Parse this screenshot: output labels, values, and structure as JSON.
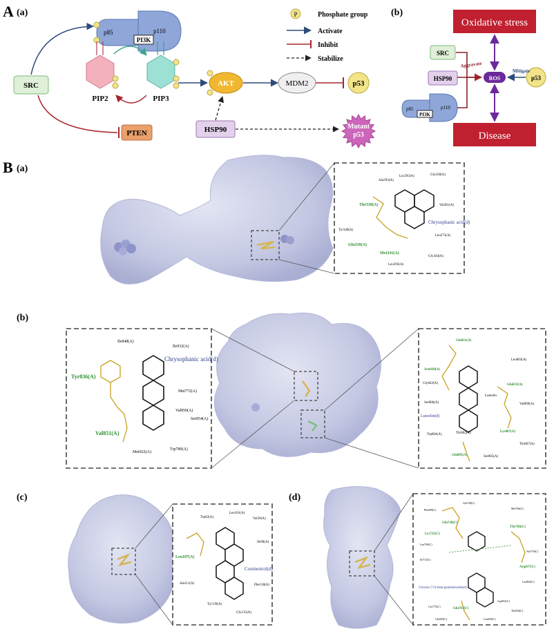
{
  "panelA": {
    "letter": "A",
    "subA": "(a)",
    "subB": "(b)",
    "legend": {
      "phosphate_symbol": "P",
      "phosphate_label": "Phosphate group",
      "activate_label": "Activate",
      "inhibit_label": "Inhibit",
      "stabilize_label": "Stabilize"
    },
    "nodes": {
      "src": "SRC",
      "pi3k_p85": "p85",
      "pi3k_p110": "p110",
      "pi3k_label": "PI3K",
      "pip2": "PIP2",
      "pip3": "PIP3",
      "pten": "PTEN",
      "akt": "AKT",
      "mdm2": "MDM2",
      "p53": "p53",
      "hsp90": "HSP90",
      "mutant_p53_line1": "Mutant",
      "mutant_p53_line2": "p53",
      "p_small": "P"
    },
    "panel_b": {
      "oxidative_stress": "Oxidative stress",
      "disease": "Disease",
      "ros": "ROS",
      "src": "SRC",
      "hsp90": "HSP90",
      "p53": "p53",
      "aggravate": "Aggravate",
      "mitigate": "Mitigate",
      "p85": "p85",
      "p110": "p110",
      "pi3k": "PI3K"
    },
    "colors": {
      "activate": "#2d4a7a",
      "inhibit": "#a8262f",
      "red_box": "#c0202f",
      "ros": "#6b2a9b",
      "pi3k": "#8ea6d8",
      "src_fill": "#dff0d8",
      "hsp90_fill": "#e3d1ec",
      "akt_fill": "#f0b830",
      "pten_fill": "#e9a06a",
      "p53_fill": "#f3e48a",
      "mutant_fill": "#cc66bb",
      "pip2_fill": "#f2b1bd",
      "pip3_fill": "#9de0d4",
      "protein_surface": "#c6cae4"
    }
  },
  "panelB": {
    "letter": "B",
    "a": {
      "label": "(a)",
      "ligand": "Chrysophanic acid(d)",
      "residues": [
        "Ala293(A)",
        "Lys295(A)",
        "Glu338(A)",
        "Val281(A)",
        "Leu273(A)",
        "Gly344(A)",
        "Leu393(A)",
        "Tyr340(A)"
      ],
      "hbond_residues": [
        "Thr338(A)",
        "Glu339(A)",
        "Met341(A)"
      ]
    },
    "b": {
      "label": "(b)",
      "left": {
        "ligand": "Chrysophanic acid(d)",
        "residues": [
          "Ile848(A)",
          "Ile932(A)",
          "Met772(A)",
          "Val850(A)",
          "Ser854(A)",
          "Met922(A)",
          "Trp780(A)"
        ],
        "hbond_residues": [
          "Tyr836(A)",
          "Val851(A)"
        ]
      },
      "right": {
        "ligand": "Luteolin(d)",
        "residues": [
          "Leu803(A)",
          "Gly843(A)",
          "Ser806(A)",
          "Val809(A)",
          "Thr867(A)",
          "Thr802(A)",
          "Trp804(A)",
          "Ser805(A)"
        ],
        "hbond_residues": [
          "Gln811(A)",
          "Asn820(A)",
          "Glu833(A)",
          "Lys807(A)",
          "Glu805(A)"
        ],
        "extra_text": "Luteolin"
      }
    },
    "c": {
      "label": "(c)",
      "ligand": "Coumestrol(d)",
      "residues": [
        "Trp62(A)",
        "Leu101(A)",
        "Val30(A)",
        "Ile90(A)",
        "Ala111(A)",
        "Phe138(A)",
        "Tyr139(A)",
        "Gly135(A)"
      ],
      "hbond_residues": [
        "Leu107(A)"
      ]
    },
    "d": {
      "label": "(d)",
      "ligand": "Chrysin-7-O-beta-gentiobioside(d)",
      "residues": [
        "Ala728(C)",
        "Met766(C)",
        "Leu709(C)",
        "Ile711(C)",
        "Ala719(C)",
        "Leu862(C)",
        "Asp831(C)",
        "Cys773(C)",
        "Thr830(C)",
        "Phe699(C)",
        "Leu694(C)",
        "Gly695(C)"
      ],
      "hbond_residues": [
        "Glu738(C)",
        "Thr766(C)",
        "Lys721(C)",
        "Gln767(C)",
        "Arg817(C)"
      ]
    }
  }
}
